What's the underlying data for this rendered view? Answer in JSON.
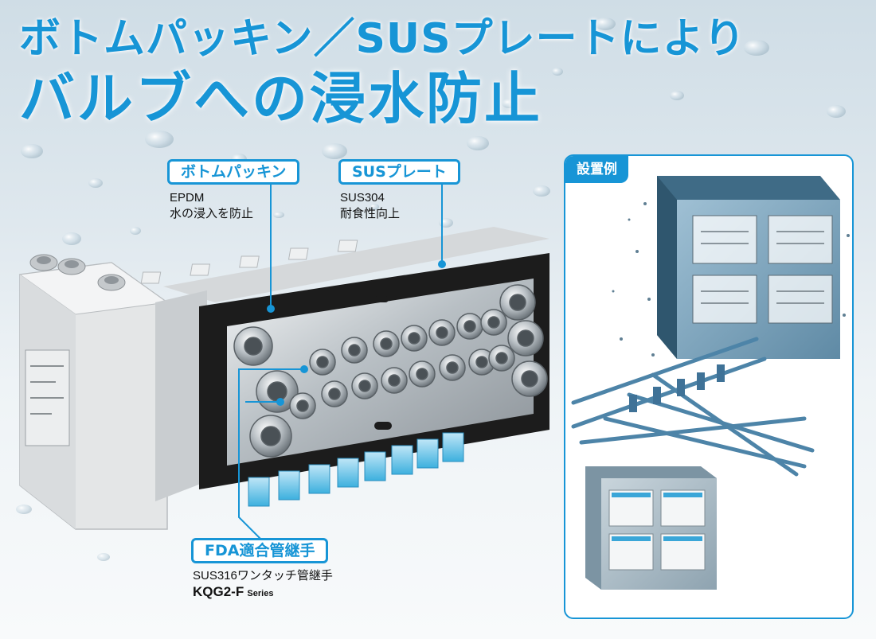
{
  "headline": {
    "line1": "ボトムパッキン／SUSプレートにより",
    "line2": "バルブへの浸水防止"
  },
  "callouts": {
    "bottom_packing": {
      "label": "ボトムパッキン",
      "spec": "EPDM",
      "desc": "水の浸入を防止"
    },
    "sus_plate": {
      "label": "SUSプレート",
      "spec": "SUS304",
      "desc": "耐食性向上"
    },
    "fda_fitting": {
      "label": "FDA適合管継手",
      "spec": "SUS316ワンタッチ管継手",
      "model": "KQG2-F",
      "series": "Series"
    }
  },
  "installation": {
    "label": "設置例"
  },
  "colors": {
    "accent": "#1795d6",
    "text": "#111111",
    "background": "#dfe8ee"
  }
}
